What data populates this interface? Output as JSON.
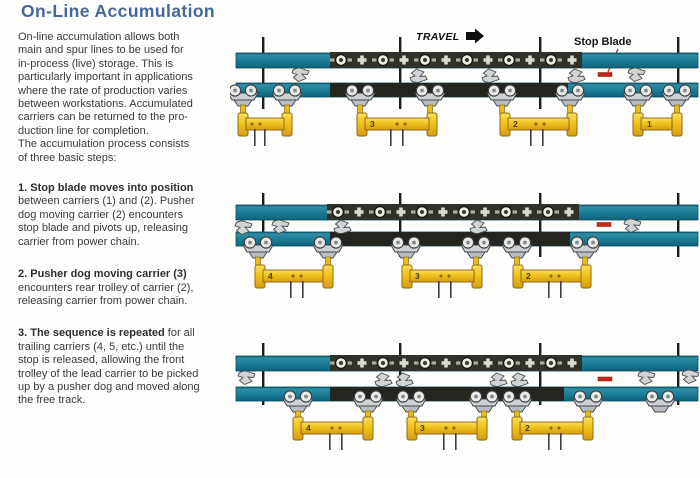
{
  "page": {
    "title": "On-Line Accumulation"
  },
  "article": {
    "intro": "On-line accumulation allows both\nmain and spur lines to be used for\nin-process (live) storage.  This is\nparticularly important in applications\nwhere the rate of production varies\nbetween workstations.  Accumulated\ncarriers can be returned to the pro-\nduction line for completion.\nThe accumulation process consists\nof three basic steps:",
    "steps": [
      {
        "bold": "1. Stop blade moves into position",
        "text": "\nbetween carriers (1) and (2).  Pusher\ndog moving carrier (2) encounters\nstop blade and pivots up, releasing\ncarrier from power chain."
      },
      {
        "bold": "2. Pusher dog moving carrier (3)",
        "text": "\nencounters rear trolley of carrier (2),\nreleasing carrier from power chain."
      },
      {
        "bold": "3. The sequence is repeated",
        "text": " for all\ntrailing carriers (4, 5, etc.) until the\nstop is released, allowing the front\ntrolley of the lead carrier to be picked\nup by a pusher dog and moved along\nthe free track."
      }
    ]
  },
  "diagrams": {
    "travel_label": "TRAVEL",
    "stop_blade_label": "Stop Blade",
    "top": {
      "carriers": [
        {
          "label": ""
        },
        {
          "label": "3"
        },
        {
          "label": "2"
        },
        {
          "label": "1"
        }
      ]
    },
    "middle": {
      "carriers": [
        {
          "label": "4"
        },
        {
          "label": "3"
        },
        {
          "label": "2"
        }
      ]
    },
    "bottom": {
      "carriers": [
        {
          "label": "4"
        },
        {
          "label": "3"
        },
        {
          "label": "2"
        }
      ]
    }
  },
  "colors": {
    "rail_teal": "#1b7e96",
    "carrier_yellow": "#f2c41f",
    "stop_blade_red": "#c0281a",
    "title_blue": "#45689b"
  }
}
